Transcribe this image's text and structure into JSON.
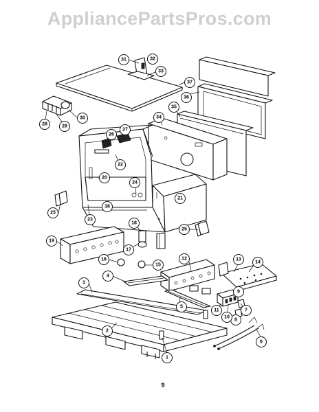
{
  "watermark": "AppliancePartsPros.com",
  "page_number": "9",
  "callouts": [
    "1",
    "2",
    "3",
    "4",
    "5",
    "6",
    "7",
    "8",
    "9",
    "10",
    "11",
    "12",
    "13",
    "14",
    "15",
    "16",
    "17",
    "18",
    "19",
    "20",
    "21",
    "22",
    "23",
    "24",
    "25",
    "25",
    "26",
    "27",
    "28",
    "29",
    "30",
    "31",
    "32",
    "33",
    "34",
    "35",
    "36",
    "37",
    "38"
  ]
}
